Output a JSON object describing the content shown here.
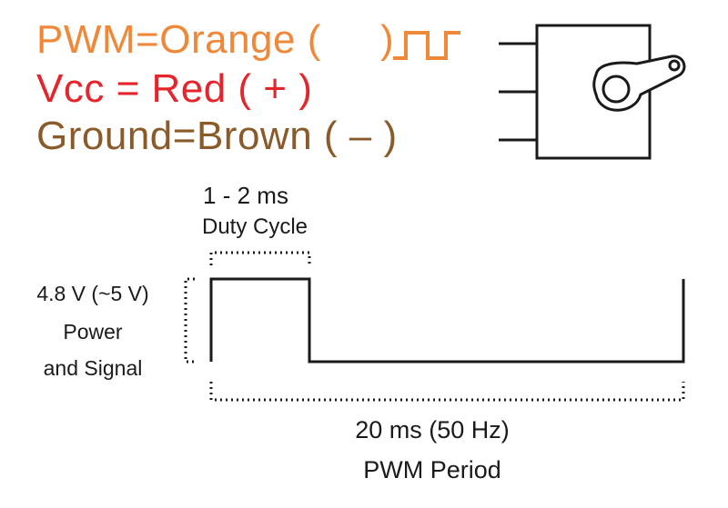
{
  "wires": [
    {
      "text": "PWM=Orange (       )",
      "color": "#f0883a"
    },
    {
      "text": "Vcc = Red ( + )",
      "color": "#e5242b"
    },
    {
      "text": "Ground=Brown ( – )",
      "color": "#8a5a28"
    }
  ],
  "duty_cycle": {
    "value": "1 - 2 ms",
    "caption": "Duty Cycle"
  },
  "voltage": {
    "value": "4.8 V (~5 V)",
    "caption_line1": "Power",
    "caption_line2": "and Signal"
  },
  "period": {
    "value": "20 ms (50 Hz)",
    "caption": "PWM Period"
  },
  "icons": {
    "servo": "servo-motor-icon",
    "pwm_symbol": "pwm-wave-icon"
  },
  "colors": {
    "line": "#1a1a1a"
  }
}
